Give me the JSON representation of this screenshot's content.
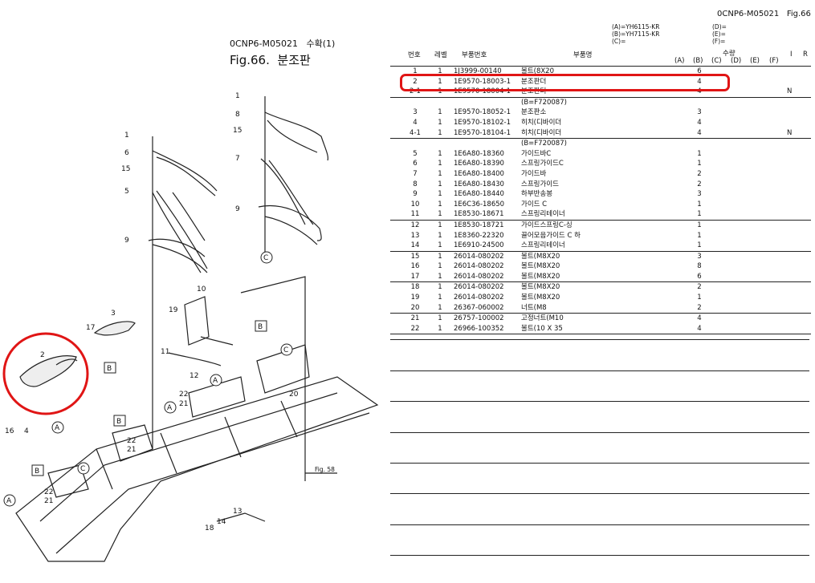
{
  "header": {
    "doc_code": "0CNP6-M05021",
    "fig_ref": "Fig.66",
    "section": "수확(1)",
    "fig_title": "Fig.66.",
    "fig_name": "분조판"
  },
  "models": {
    "left": [
      "(A)=YH6115-KR",
      "(B)=YH7115-KR",
      "(C)="
    ],
    "right": [
      "(D)=",
      "(E)=",
      "(F)="
    ]
  },
  "table": {
    "headers": {
      "no": "번호",
      "level": "레벨",
      "part_no": "부품번호",
      "name": "부품명",
      "qty": "수량",
      "qty_cols": [
        "(A)",
        "(B)",
        "(C)",
        "(D)",
        "(E)",
        "(F)"
      ],
      "i": "I",
      "r": "R"
    },
    "groups": [
      {
        "note": "",
        "rows": [
          {
            "no": "1",
            "level": "1",
            "part_no": "1J3999-00140",
            "name": "볼트(8X20",
            "qa": "",
            "qb": "6",
            "ir": ""
          },
          {
            "no": "2",
            "level": "1",
            "part_no": "1E9570-18003-1",
            "name": "분조판더",
            "qa": "",
            "qb": "4",
            "ir": ""
          },
          {
            "no": "2-1",
            "level": "1",
            "part_no": "1E9570-18004-1",
            "name": "분조판더",
            "qa": "",
            "qb": "4",
            "ir": "N"
          }
        ]
      },
      {
        "note": "(B=F720087)",
        "rows": [
          {
            "no": "3",
            "level": "1",
            "part_no": "1E9570-18052-1",
            "name": "분조판소",
            "qa": "",
            "qb": "3",
            "ir": ""
          },
          {
            "no": "4",
            "level": "1",
            "part_no": "1E9570-18102-1",
            "name": "히치(디바이더",
            "qa": "",
            "qb": "4",
            "ir": ""
          },
          {
            "no": "4-1",
            "level": "1",
            "part_no": "1E9570-18104-1",
            "name": "히치(디바이더",
            "qa": "",
            "qb": "4",
            "ir": "N"
          }
        ]
      },
      {
        "note": "(B=F720087)",
        "rows": [
          {
            "no": "5",
            "level": "1",
            "part_no": "1E6A80-18360",
            "name": "가이드바C",
            "qa": "",
            "qb": "1",
            "ir": ""
          },
          {
            "no": "6",
            "level": "1",
            "part_no": "1E6A80-18390",
            "name": "스프링가이드C",
            "qa": "",
            "qb": "1",
            "ir": ""
          },
          {
            "no": "7",
            "level": "1",
            "part_no": "1E6A80-18400",
            "name": "가이드바",
            "qa": "",
            "qb": "2",
            "ir": ""
          },
          {
            "no": "8",
            "level": "1",
            "part_no": "1E6A80-18430",
            "name": "스프링가이드",
            "qa": "",
            "qb": "2",
            "ir": ""
          },
          {
            "no": "9",
            "level": "1",
            "part_no": "1E6A80-18440",
            "name": "하부반송봉",
            "qa": "",
            "qb": "3",
            "ir": ""
          },
          {
            "no": "10",
            "level": "1",
            "part_no": "1E6C36-18650",
            "name": "가이드 C",
            "qa": "",
            "qb": "1",
            "ir": ""
          },
          {
            "no": "11",
            "level": "1",
            "part_no": "1E8530-18671",
            "name": "스프링리테이너",
            "qa": "",
            "qb": "1",
            "ir": ""
          }
        ]
      },
      {
        "note": "",
        "rows": [
          {
            "no": "12",
            "level": "1",
            "part_no": "1E8530-18721",
            "name": "가이드스프링C-싱",
            "qa": "",
            "qb": "1",
            "ir": ""
          },
          {
            "no": "13",
            "level": "1",
            "part_no": "1E8360-22320",
            "name": "끌어모음가이드 C 하",
            "qa": "",
            "qb": "1",
            "ir": ""
          },
          {
            "no": "14",
            "level": "1",
            "part_no": "1E6910-24500",
            "name": "스프링리테이너",
            "qa": "",
            "qb": "1",
            "ir": ""
          }
        ]
      },
      {
        "note": "",
        "rows": [
          {
            "no": "15",
            "level": "1",
            "part_no": "26014-080202",
            "name": "볼트(M8X20",
            "qa": "",
            "qb": "3",
            "ir": ""
          },
          {
            "no": "16",
            "level": "1",
            "part_no": "26014-080202",
            "name": "볼트(M8X20",
            "qa": "",
            "qb": "8",
            "ir": ""
          },
          {
            "no": "17",
            "level": "1",
            "part_no": "26014-080202",
            "name": "볼트(M8X20",
            "qa": "",
            "qb": "6",
            "ir": ""
          }
        ]
      },
      {
        "note": "",
        "rows": [
          {
            "no": "18",
            "level": "1",
            "part_no": "26014-080202",
            "name": "볼트(M8X20",
            "qa": "",
            "qb": "2",
            "ir": ""
          },
          {
            "no": "19",
            "level": "1",
            "part_no": "26014-080202",
            "name": "볼트(M8X20",
            "qa": "",
            "qb": "1",
            "ir": ""
          },
          {
            "no": "20",
            "level": "1",
            "part_no": "26367-060002",
            "name": "너트(M8",
            "qa": "",
            "qb": "2",
            "ir": ""
          }
        ]
      },
      {
        "note": "",
        "rows": [
          {
            "no": "21",
            "level": "1",
            "part_no": "26757-100002",
            "name": "고정너트(M10",
            "qa": "",
            "qb": "4",
            "ir": ""
          },
          {
            "no": "22",
            "level": "1",
            "part_no": "26966-100352",
            "name": "볼트(10 X 35",
            "qa": "",
            "qb": "4",
            "ir": ""
          }
        ]
      }
    ]
  },
  "diagram": {
    "callouts": [
      "1",
      "6",
      "15",
      "5",
      "9",
      "1",
      "8",
      "15",
      "7",
      "9",
      "3",
      "17",
      "2",
      "16",
      "4",
      "10",
      "19",
      "11",
      "12",
      "22",
      "21",
      "20",
      "22",
      "21",
      "22",
      "21",
      "13",
      "18",
      "14"
    ],
    "ref_letters": [
      "C",
      "B",
      "B",
      "A",
      "A",
      "B",
      "A",
      "B",
      "C",
      "A",
      "C"
    ],
    "fig_ref_label": "Fig. 58"
  }
}
